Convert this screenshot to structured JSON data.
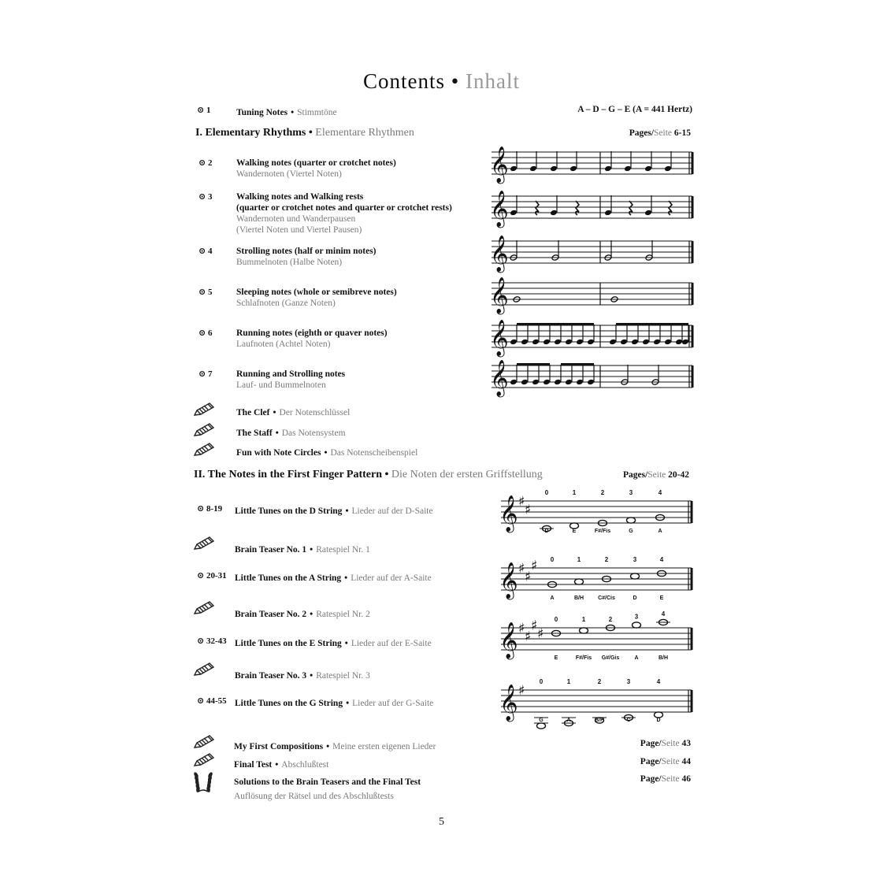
{
  "title": {
    "en": "Contents",
    "sep": "•",
    "de": "Inhalt"
  },
  "tuning": {
    "num": "⊙ 1",
    "en": "Tuning Notes",
    "de": "Stimmtöne",
    "right": "A – D – G – E (A = 441 Hertz)"
  },
  "sec1": {
    "en": "I. Elementary Rhythms",
    "de": "Elementare Rhythmen",
    "pages_en": "Pages/",
    "pages_de": "Seite",
    "pages_num": " 6-15"
  },
  "rhythms": [
    {
      "num": "⊙ 2",
      "lines_en": [
        "Walking notes (quarter or crotchet notes)"
      ],
      "lines_de": [
        "Wandernoten (Viertel Noten)"
      ]
    },
    {
      "num": "⊙ 3",
      "lines_en": [
        "Walking notes and Walking rests",
        "(quarter or crotchet notes and quarter or crotchet rests)"
      ],
      "lines_de": [
        "Wandernoten und Wanderpausen",
        "(Viertel Noten und Viertel Pausen)"
      ]
    },
    {
      "num": "⊙ 4",
      "lines_en": [
        "Strolling notes (half or minim notes)"
      ],
      "lines_de": [
        "Bummelnoten (Halbe Noten)"
      ]
    },
    {
      "num": "⊙ 5",
      "lines_en": [
        "Sleeping notes (whole or semibreve notes)"
      ],
      "lines_de": [
        "Schlafnoten (Ganze Noten)"
      ]
    },
    {
      "num": "⊙ 6",
      "lines_en": [
        "Running notes (eighth or quaver notes)"
      ],
      "lines_de": [
        "Laufnoten (Achtel Noten)"
      ]
    },
    {
      "num": "⊙ 7",
      "lines_en": [
        "Running and Strolling notes"
      ],
      "lines_de": [
        "Lauf- und Bummelnoten"
      ]
    }
  ],
  "pencil_items1": [
    {
      "en": "The Clef",
      "de": "Der Notenschlüssel"
    },
    {
      "en": "The Staff",
      "de": "Das Notensystem"
    },
    {
      "en": "Fun with Note Circles",
      "de": "Das Notenscheibenspiel"
    }
  ],
  "sec2": {
    "en": "II. The Notes in the First Finger Pattern",
    "de": "Die Noten der ersten Griffstellung",
    "pages_en": "Pages/",
    "pages_de": "Seite",
    "pages_num": " 20-42"
  },
  "strings": [
    {
      "num": "⊙ 8-19",
      "en": "Little Tunes on the D String",
      "de": "Lieder auf der D-Saite",
      "fingers": [
        "0",
        "1",
        "2",
        "3",
        "4"
      ],
      "notes": [
        "D",
        "E",
        "F#/Fis",
        "G",
        "A"
      ]
    },
    {
      "num": "⊙ 20-31",
      "en": "Little Tunes on the A String",
      "de": "Lieder auf der A-Saite",
      "fingers": [
        "0",
        "1",
        "2",
        "3",
        "4"
      ],
      "notes": [
        "A",
        "B/H",
        "C#/Cis",
        "D",
        "E"
      ]
    },
    {
      "num": "⊙ 32-43",
      "en": "Little Tunes on the E String",
      "de": "Lieder auf der E-Saite",
      "fingers": [
        "0",
        "1",
        "2",
        "3",
        "4"
      ],
      "notes": [
        "E",
        "F#/Fis",
        "G#/Gis",
        "A",
        "B/H"
      ]
    },
    {
      "num": "⊙ 44-55",
      "en": "Little Tunes on the G String",
      "de": "Lieder auf der G-Saite",
      "fingers": [
        "0",
        "1",
        "2",
        "3",
        "4"
      ],
      "notes": [
        "G",
        "A",
        "B/H",
        "C",
        "D"
      ]
    }
  ],
  "teasers": [
    {
      "en": "Brain Teaser No. 1",
      "de": "Ratespiel Nr. 1"
    },
    {
      "en": "Brain Teaser No. 2",
      "de": "Ratespiel Nr. 2"
    },
    {
      "en": "Brain Teaser No. 3",
      "de": "Ratespiel Nr. 3"
    }
  ],
  "final": [
    {
      "en": "My First Compositions",
      "de": "Meine ersten eigenen Lieder",
      "page_en": "Page/",
      "page_de": "Seite",
      "page_num": " 43"
    },
    {
      "en": "Final Test",
      "de": "Abschlußtest",
      "page_en": "Page/",
      "page_de": "Seite",
      "page_num": " 44"
    },
    {
      "en": "Solutions to the Brain Teasers and the Final Test",
      "de": "Auflösung der Rätsel und des Abschlußtests",
      "page_en": "Page/",
      "page_de": "Seite",
      "page_num": " 46"
    }
  ],
  "bullet": "•",
  "page_number": "5"
}
